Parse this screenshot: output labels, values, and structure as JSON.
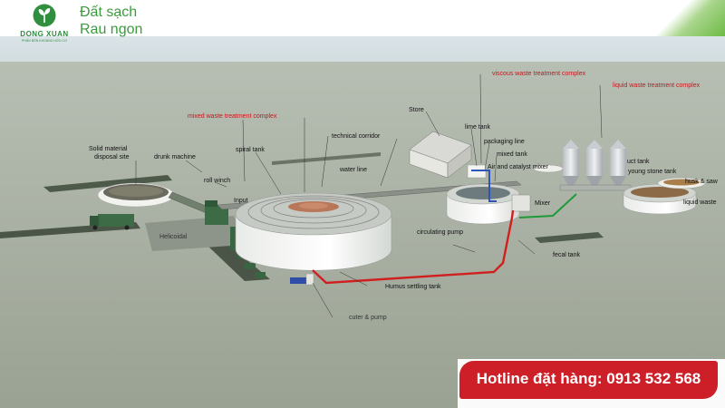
{
  "header": {
    "logo_brand": "DONG XUAN",
    "logo_tagline": "PHÂN BÓN KHOÁNG HỮU CƠ",
    "slogan_line1": "Đất sạch",
    "slogan_line2": "Rau ngon"
  },
  "labels": {
    "solid_material": "Solid material",
    "disposal_site": "disposal site",
    "drunk_machine": "drunk machine",
    "roll_winch": "roll winch",
    "input": "Input",
    "helicoidal": "Helicoidal",
    "spiral_tank": "spiral tank",
    "mixed_waste": "mixed waste treatment complex",
    "technical_corridor": "technical corridor",
    "water_line": "water line",
    "store": "Store",
    "lime_tank": "lime tank",
    "packaging_line": "packaging line",
    "mixed_tank": "mixed tank",
    "air_catalyst": "Air and catalyst mixer",
    "viscous_waste": "viscous waste treatment complex",
    "liquid_waste_complex": "liquid waste treatment complex",
    "uct_tank": "uct tank",
    "young_stone": "young stone tank",
    "husk_saw": "husk & saw",
    "liquid_waste": "liquid waste",
    "mixer": "Mixer",
    "circulating_pump": "circulating pump",
    "fecal_tank": "fecal tank",
    "humus_settling": "Humus settling tank",
    "cuter_pump": "cuter & pump"
  },
  "hotline": {
    "text": "Hotline đặt hàng: 0913 532 568"
  },
  "colors": {
    "brand_green": "#3c9b3c",
    "label_red": "#c8161d",
    "hotline_bg": "#cc1f27",
    "ground": "#a5aea0",
    "sky": "#dfe9ef"
  }
}
